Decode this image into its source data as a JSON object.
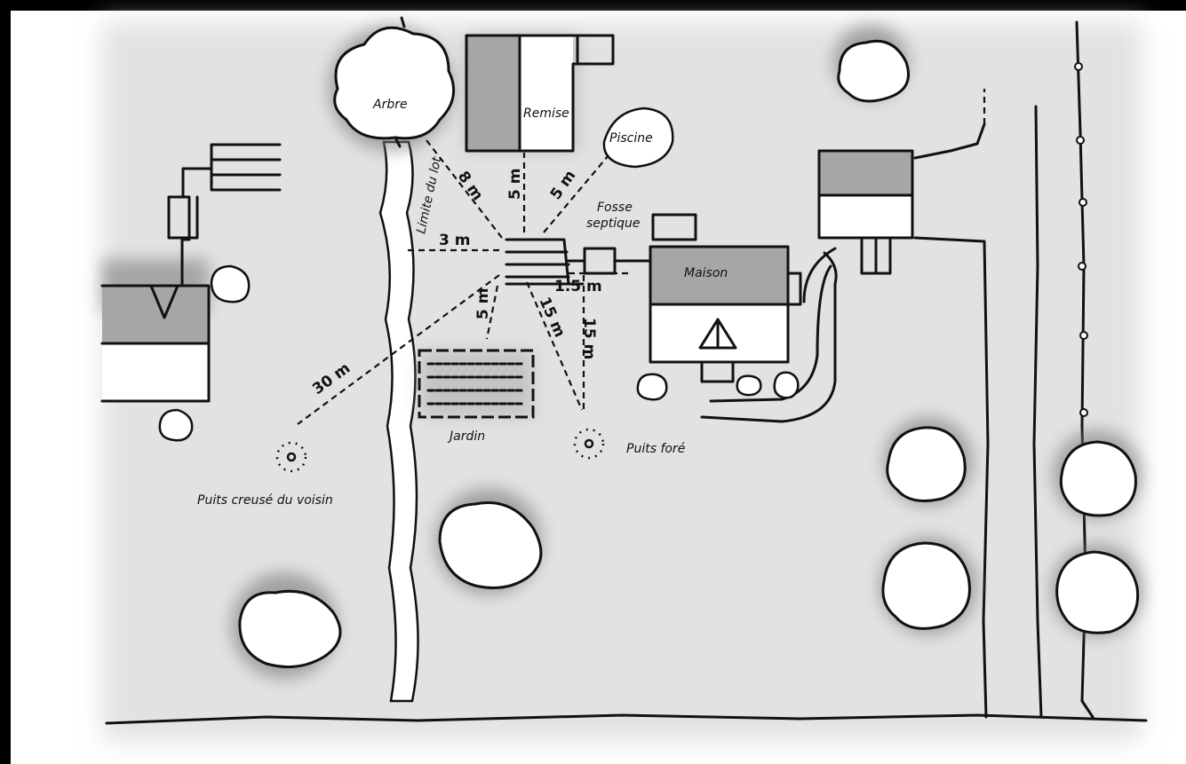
{
  "colors": {
    "frame": "#000000",
    "ground": "#e2e2e2",
    "roof_shade": "#a6a6a6",
    "white": "#ffffff",
    "ink": "#111111"
  },
  "labels": {
    "tree": "Arbre",
    "shed": "Remise",
    "pool": "Piscine",
    "septic_line1": "Fosse",
    "septic_line2": "septique",
    "house": "Maison",
    "lot_limit": "Limite du lot",
    "garden": "Jardin",
    "drilled_well": "Puits foré",
    "neighbor_well": "Puits creusé du voisin"
  },
  "distances": {
    "to_tree": "8 m",
    "to_shed": "5 m",
    "to_pool": "5 m",
    "to_lot_line": "3 m",
    "to_garden": "5 m",
    "to_house": "1.5 m",
    "to_drilled_well_diagonal": "15 m",
    "to_drilled_well_vertical": "15 m",
    "to_neighbor_well": "30 m"
  }
}
